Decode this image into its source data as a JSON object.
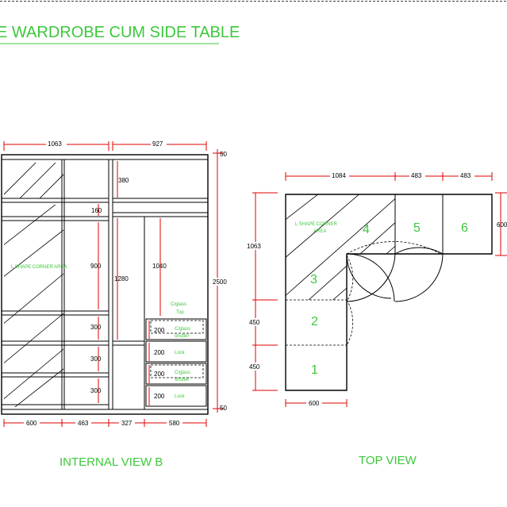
{
  "title": "E WARDROBE CUM SIDE TABLE",
  "internal_view": {
    "title": "INTERNAL VIEW  B",
    "top_widths": [
      "1063",
      "927"
    ],
    "bottom_widths": [
      "600",
      "463",
      "327",
      "580"
    ],
    "heights": {
      "top_gap": "50",
      "overall": "2500",
      "bottom_gap": "50",
      "loft": "380",
      "shelf": "160",
      "hanging_left": "900",
      "hanging_mid": "1280",
      "hanging_right": "1040",
      "shelves": [
        "300",
        "300",
        "300"
      ],
      "drawers": [
        "200",
        "200",
        "200",
        "200"
      ]
    },
    "corner_label": "L SHAPE CORNER AREA",
    "notes": {
      "glass_top": "C/glass Top",
      "glass_shutter_1": "C/glass shutter",
      "lock_1": "Lock",
      "glass_shutter_2": "C/glass shutter",
      "lock_2": "Lock"
    }
  },
  "top_view": {
    "title": "TOP VIEW",
    "top_widths": [
      "1084",
      "483",
      "483"
    ],
    "left_heights": [
      "1063",
      "450",
      "450"
    ],
    "right_height": "600",
    "bottom_width": "600",
    "corner_label": "L SHAPE CORNER AREA",
    "numbers": [
      "1",
      "2",
      "3",
      "4",
      "5",
      "6"
    ]
  }
}
